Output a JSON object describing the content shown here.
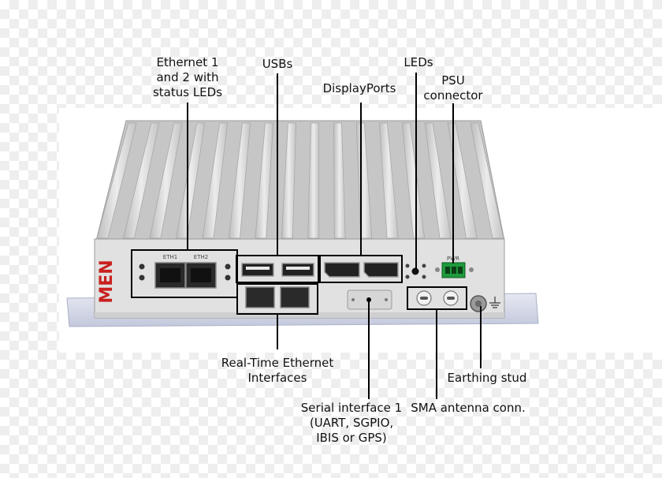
{
  "labels": {
    "ethernet": [
      "Ethernet 1",
      "and 2 with",
      "status LEDs"
    ],
    "usbs": "USBs",
    "leds": "LEDs",
    "displayports": "DisplayPorts",
    "psu": [
      "PSU",
      "connector"
    ],
    "rt_ethernet": [
      "Real-Time Ethernet",
      "Interfaces"
    ],
    "serial": [
      "Serial interface 1",
      "(UART, SGPIO,",
      "IBIS or GPS)"
    ],
    "sma": "SMA antenna conn.",
    "earthing": "Earthing stud"
  },
  "panel_text": {
    "eth1": "ETH1",
    "eth2": "ETH2",
    "brand": "MEN",
    "pwr": "PWR"
  },
  "colors": {
    "housing": "#c9c9c9",
    "fin": "#dedede",
    "front_panel": "#e1e1e1",
    "port_dark": "#222222",
    "psu_green": "#1e9a3c",
    "brand_red": "#c8201e",
    "base_glass": "#d2d6e6",
    "callout_line": "#000000"
  }
}
